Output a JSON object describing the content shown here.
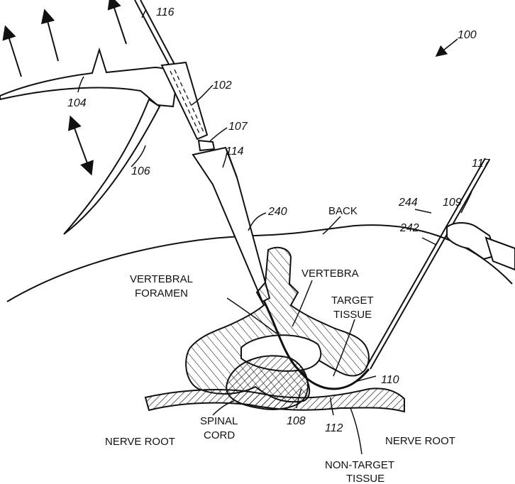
{
  "refs": {
    "ref_100": "100",
    "ref_102": "102",
    "ref_104": "104",
    "ref_106": "106",
    "ref_107": "107",
    "ref_108": "108",
    "ref_109": "109",
    "ref_110": "110",
    "ref_112": "112",
    "ref_114": "114",
    "ref_116": "116",
    "ref_117": "117",
    "ref_240": "240",
    "ref_242": "242",
    "ref_244": "244"
  },
  "labels": {
    "back": "BACK",
    "vertebra": "VERTEBRA",
    "vertebral_1": "VERTEBRAL",
    "vertebral_2": "FORAMEN",
    "target_1": "TARGET",
    "target_2": "TISSUE",
    "nerve_root_left": "NERVE ROOT",
    "nerve_root_right": "NERVE ROOT",
    "spinal_1": "SPINAL",
    "spinal_2": "CORD",
    "nontarget_1": "NON-TARGET",
    "nontarget_2": "TISSUE"
  }
}
